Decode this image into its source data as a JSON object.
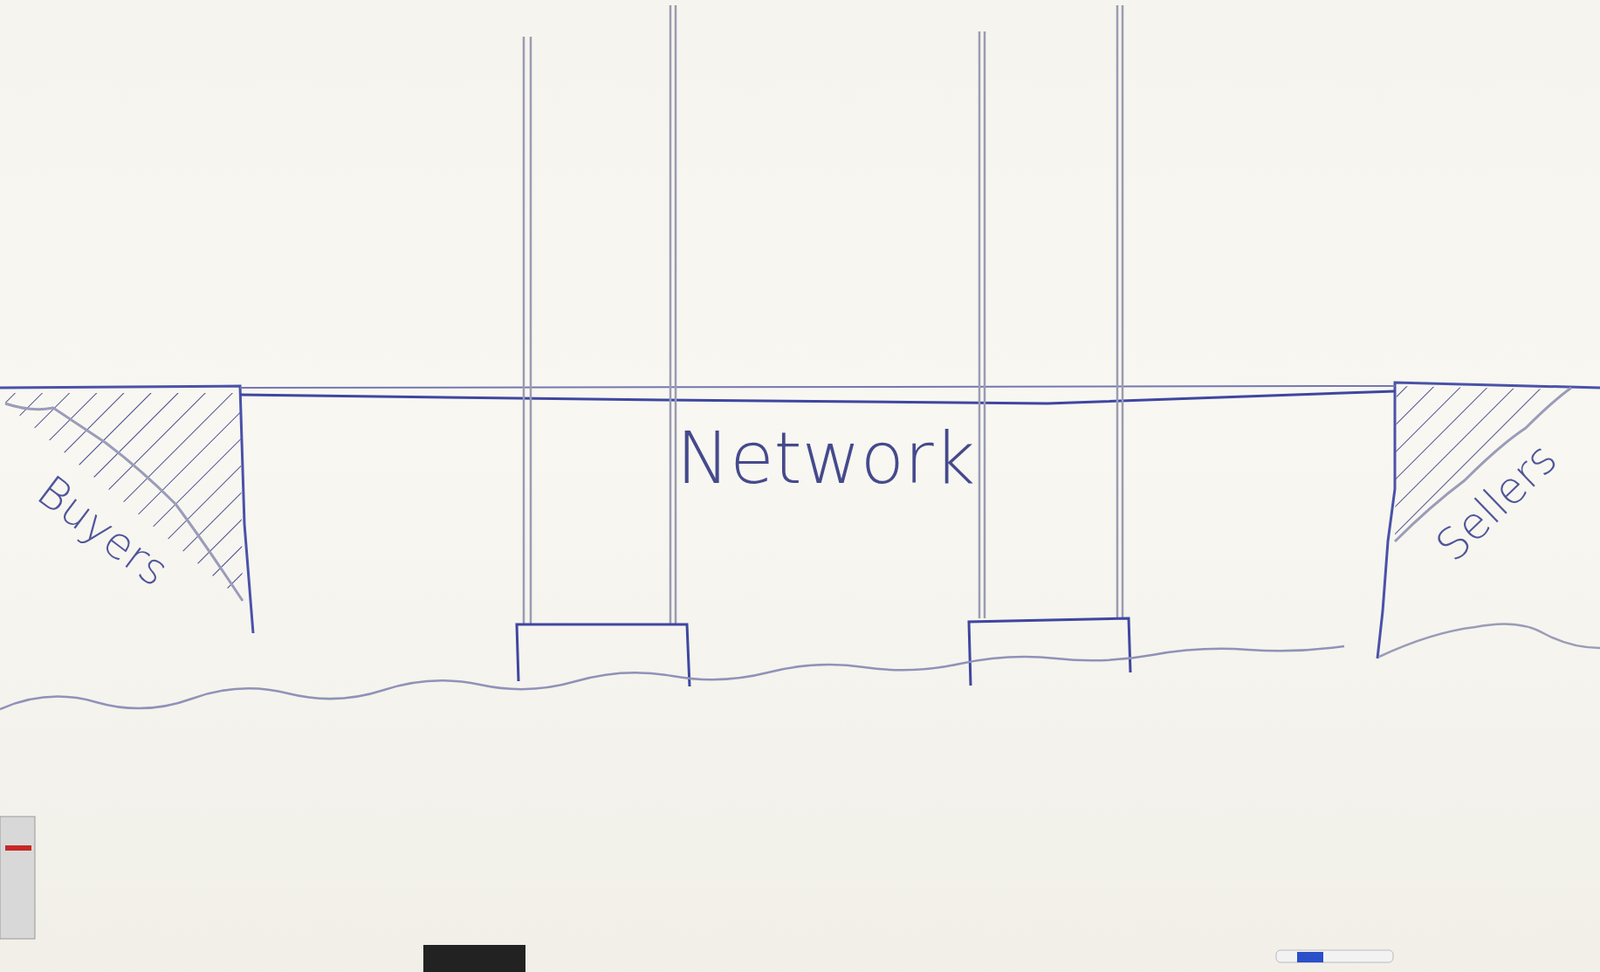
{
  "diagram": {
    "nodes": [
      {
        "text": [
          "Buyers"
        ]
      },
      {
        "text": [
          "Sellers"
        ]
      }
    ],
    "labels": [
      "Network"
    ]
  }
}
